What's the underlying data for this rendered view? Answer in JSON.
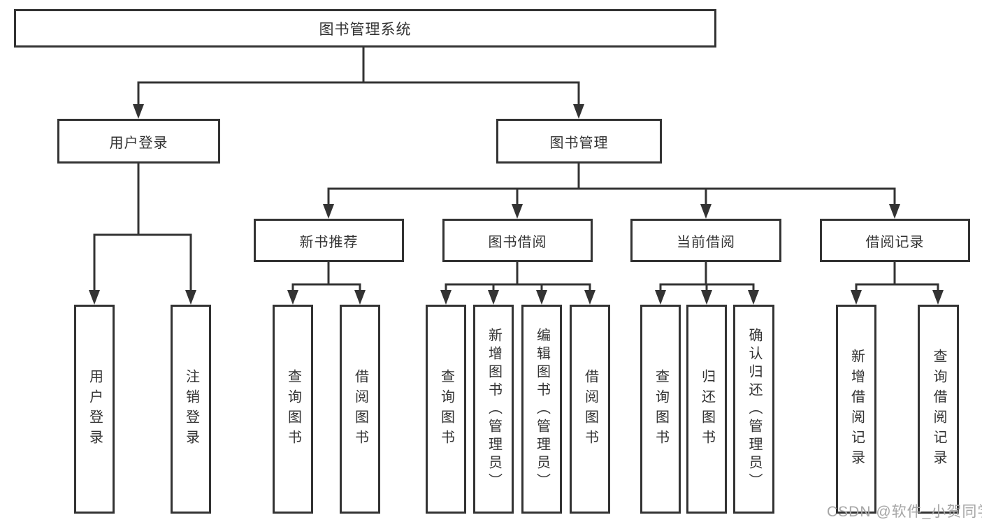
{
  "diagram_title": "图书管理系统",
  "watermark": "CSDN @软件_小贺同学",
  "colors": {
    "line": "#333333",
    "text": "#333333",
    "box_fill": "#ffffff",
    "background": "#ffffff",
    "watermark": "#a6a6a6"
  },
  "tree": {
    "label": "图书管理系统",
    "children": [
      {
        "label": "用户登录",
        "children": [
          {
            "label": "用户登录"
          },
          {
            "label": "注销登录"
          }
        ]
      },
      {
        "label": "图书管理",
        "children": [
          {
            "label": "新书推荐",
            "children": [
              {
                "label": "查询图书"
              },
              {
                "label": "借阅图书"
              }
            ]
          },
          {
            "label": "图书借阅",
            "children": [
              {
                "label": "查询图书"
              },
              {
                "label": "新增图书（管理员）"
              },
              {
                "label": "编辑图书（管理员）"
              },
              {
                "label": "借阅图书"
              }
            ]
          },
          {
            "label": "当前借阅",
            "children": [
              {
                "label": "查询图书"
              },
              {
                "label": "归还图书"
              },
              {
                "label": "确认归还（管理员）"
              }
            ]
          },
          {
            "label": "借阅记录",
            "children": [
              {
                "label": "新增借阅记录"
              },
              {
                "label": "查询借阅记录"
              }
            ]
          }
        ]
      }
    ]
  }
}
